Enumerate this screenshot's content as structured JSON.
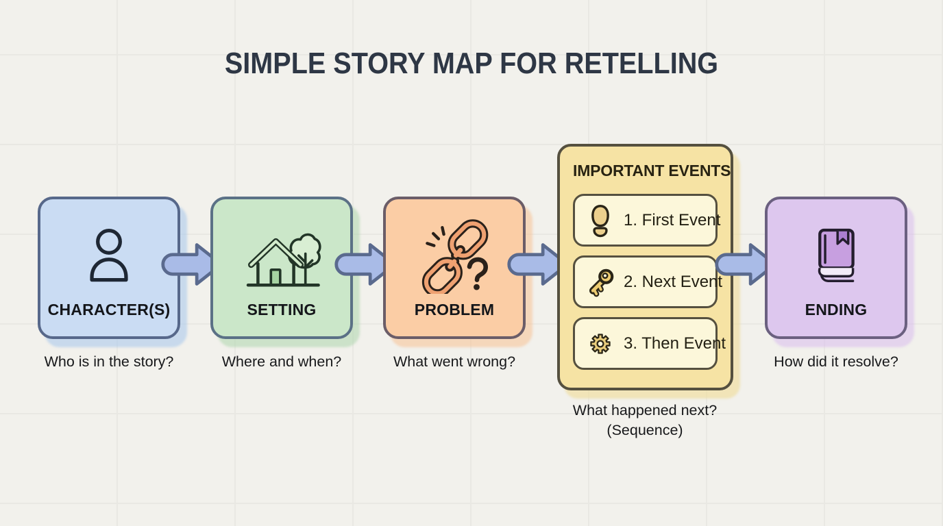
{
  "title": "SIMPLE STORY MAP FOR RETELLING",
  "boxes": {
    "characters": {
      "label": "CHARACTER(S)",
      "caption": "Who is in the story?",
      "icon": "person-icon",
      "fill": "#cadcf3",
      "border": "#57688a"
    },
    "setting": {
      "label": "SETTING",
      "caption": "Where and when?",
      "icon": "house-tree-icon",
      "fill": "#cbe7c9",
      "border": "#5b7186"
    },
    "problem": {
      "label": "PROBLEM",
      "caption": "What went wrong?",
      "icon": "broken-chain-icon",
      "fill": "#fbcda5",
      "border": "#6b5d68"
    },
    "events": {
      "label": "IMPORTANT EVENTS",
      "caption_line1": "What happened next?",
      "caption_line2": "(Sequence)",
      "fill": "#f6e3a4",
      "item_fill": "#fcf7da",
      "border": "#55503f",
      "items": [
        {
          "label": "1. First Event",
          "icon": "footprint-icon"
        },
        {
          "label": "2. Next Event",
          "icon": "key-icon"
        },
        {
          "label": "3. Then Event",
          "icon": "gear-icon"
        }
      ]
    },
    "ending": {
      "label": "ENDING",
      "caption": "How did it resolve?",
      "icon": "book-icon",
      "fill": "#ddc7ee",
      "border": "#6b6080"
    }
  },
  "colors": {
    "background": "#f2f1ec",
    "grid_line": "#e9e8e3",
    "title_text": "#2e3745",
    "arrow_fill": "#a9bbe7",
    "arrow_outline": "#5a6a8e",
    "label_text": "#14161a",
    "caption_text": "#17181a"
  }
}
